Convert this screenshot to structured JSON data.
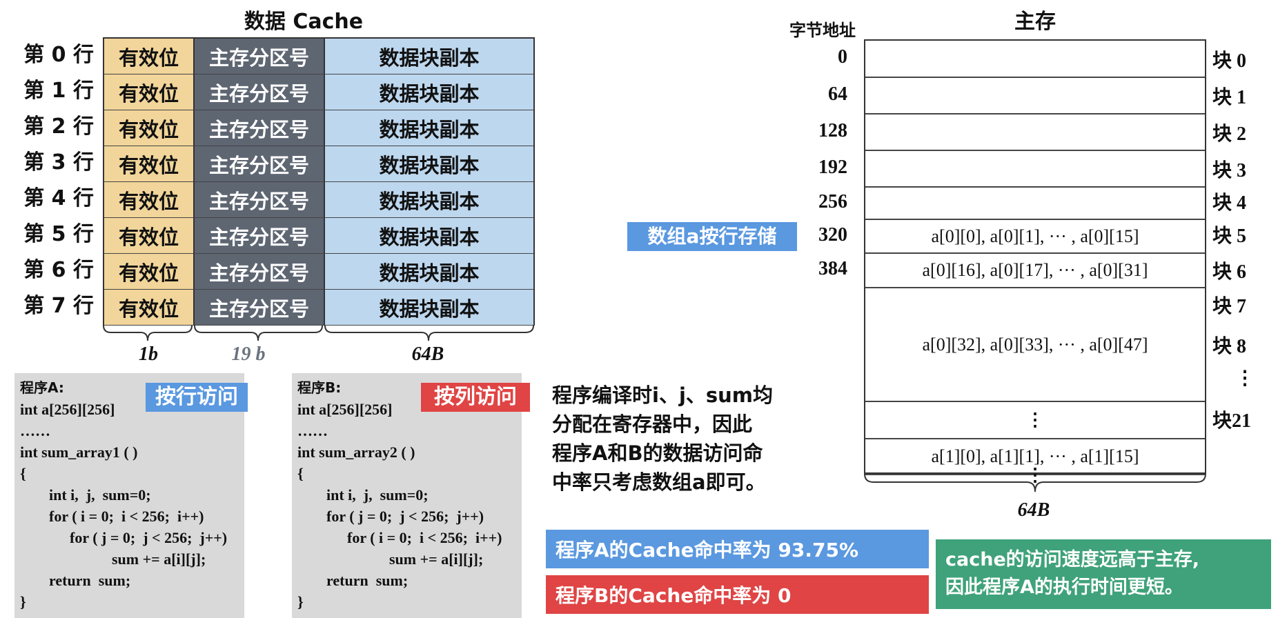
{
  "cache": {
    "title": "数据 Cache",
    "rows": [
      {
        "label": "第 0 行",
        "valid": "有效位",
        "tag": "主存分区号",
        "data": "数据块副本"
      },
      {
        "label": "第 1 行",
        "valid": "有效位",
        "tag": "主存分区号",
        "data": "数据块副本"
      },
      {
        "label": "第 2 行",
        "valid": "有效位",
        "tag": "主存分区号",
        "data": "数据块副本"
      },
      {
        "label": "第 3 行",
        "valid": "有效位",
        "tag": "主存分区号",
        "data": "数据块副本"
      },
      {
        "label": "第 4 行",
        "valid": "有效位",
        "tag": "主存分区号",
        "data": "数据块副本"
      },
      {
        "label": "第 5 行",
        "valid": "有效位",
        "tag": "主存分区号",
        "data": "数据块副本"
      },
      {
        "label": "第 6 行",
        "valid": "有效位",
        "tag": "主存分区号",
        "data": "数据块副本"
      },
      {
        "label": "第 7 行",
        "valid": "有效位",
        "tag": "主存分区号",
        "data": "数据块副本"
      }
    ],
    "widths": {
      "valid": "1b",
      "tag": "19 b",
      "data": "64B"
    }
  },
  "programA": {
    "badge": "按行访问",
    "lines": [
      "程序A:",
      "int a[256][256]",
      "……",
      "int sum_array1 ( )",
      "{",
      "int i,  j,  sum=0;",
      "for ( i = 0;  i < 256;  i++)",
      "for ( j = 0;  j < 256;  j++)",
      "sum += a[i][j];",
      "return  sum;",
      "}"
    ]
  },
  "programB": {
    "badge": "按列访问",
    "lines": [
      "程序B:",
      "int a[256][256]",
      "……",
      "int sum_array2 ( )",
      "{",
      "int i,  j,  sum=0;",
      "for ( j = 0;  j < 256;  j++)",
      "for ( i = 0;  i < 256;  i++)",
      "sum += a[i][j];",
      "return  sum;",
      "}"
    ]
  },
  "note": [
    "程序编译时i、j、sum均",
    "分配在寄存器中，因此",
    "程序A和B的数据访问命",
    "中率只考虑数组a即可。"
  ],
  "memory": {
    "title": "主存",
    "addr_header": "字节地址",
    "array_badge": "数组a按行存储",
    "addresses": [
      "0",
      "64",
      "128",
      "192",
      "256",
      "320",
      "384"
    ],
    "rows": [
      "",
      "",
      "",
      "",
      "",
      "a[0][0], a[0][1], ··· , a[0][15]",
      "a[0][16], a[0][17], ··· , a[0][31]",
      "a[0][32], a[0][33], ··· , a[0][47]",
      "⋮",
      "a[1][0], a[1][1], ··· , a[1][15]",
      "⋮"
    ],
    "blocks": [
      "块 0",
      "块 1",
      "块 2",
      "块 3",
      "块 4",
      "块 5",
      "块 6",
      "块 7",
      "块 8",
      "⋮",
      "块21"
    ],
    "width_label": "64B"
  },
  "results": {
    "a": "程序A的Cache命中率为 93.75%",
    "b": "程序B的Cache命中率为 0",
    "conclusion": [
      "cache的访问速度远高于主存,",
      "因此程序A的执行时间更短。"
    ]
  },
  "colors": {
    "valid": "#F1D59A",
    "tag": "#5E6672",
    "data": "#BDD7EE",
    "blue": "#5A98E0",
    "red": "#E04444",
    "green": "#3FA27A",
    "code_bg": "#D9D9D9"
  }
}
